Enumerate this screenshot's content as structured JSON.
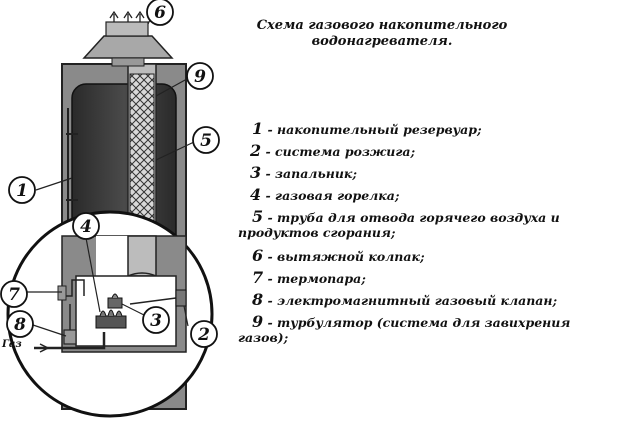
{
  "title": {
    "line1": "Схема газового накопительного",
    "line2": "водонагревателя."
  },
  "legend": [
    {
      "num": "1",
      "text": "накопительный резервуар;"
    },
    {
      "num": "2",
      "text": "система розжига;"
    },
    {
      "num": "3",
      "text": "запальник;"
    },
    {
      "num": "4",
      "text": "газовая горелка;"
    },
    {
      "num": "5",
      "text": "труба для отвода горячего воздуха и",
      "cont": "продуктов сгорания;"
    },
    {
      "num": "6",
      "text": "вытяжной колпак;"
    },
    {
      "num": "7",
      "text": "термопара;"
    },
    {
      "num": "8",
      "text": "электромагнитный газовый клапан;"
    },
    {
      "num": "9",
      "text": "турбулятор (система для завихрения",
      "cont": "газов);"
    }
  ],
  "diagram": {
    "gas_label": "Газ",
    "callouts": [
      "1",
      "2",
      "3",
      "4",
      "5",
      "6",
      "7",
      "8",
      "9"
    ]
  }
}
